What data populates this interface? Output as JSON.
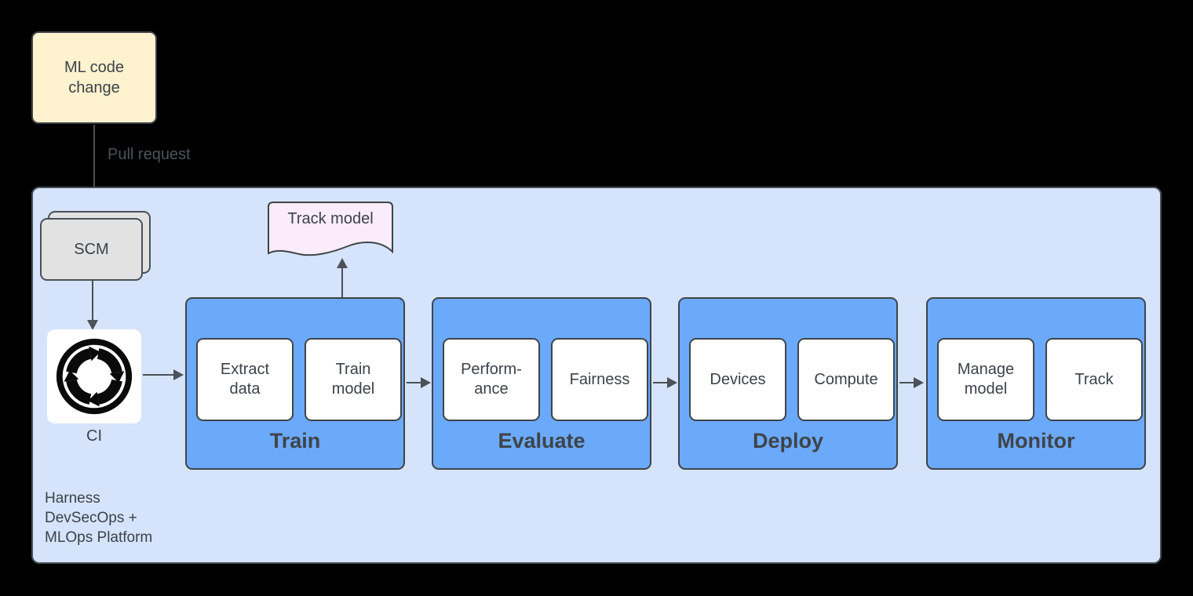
{
  "nodes": {
    "ml_code_change": "ML code\nchange",
    "pull_request": "Pull request",
    "scm": "SCM",
    "ci": "CI",
    "track_model": "Track model",
    "platform": "Harness\nDevSecOps +\nMLOps Platform"
  },
  "stages": [
    {
      "title": "Train",
      "steps": [
        "Extract\ndata",
        "Train\nmodel"
      ]
    },
    {
      "title": "Evaluate",
      "steps": [
        "Perform-\nance",
        "Fairness"
      ]
    },
    {
      "title": "Deploy",
      "steps": [
        "Devices",
        "Compute"
      ]
    },
    {
      "title": "Monitor",
      "steps": [
        "Manage\nmodel",
        "Track"
      ]
    }
  ],
  "icons": {
    "ci": "sync-cycle-icon"
  },
  "colors": {
    "background": "#000000",
    "platform_fill": "#D5E4FB",
    "stage_fill": "#6BA9FA",
    "note_fill": "#FFF2CE",
    "document_fill": "#FAECFA",
    "scm_fill": "#E2E2E2",
    "step_fill": "#FFFFFF",
    "border": "#3F4449",
    "arrow": "#4A5158",
    "text": "#3B4249",
    "muted_label": "#4C535C",
    "icon": "#0A0A0A"
  }
}
